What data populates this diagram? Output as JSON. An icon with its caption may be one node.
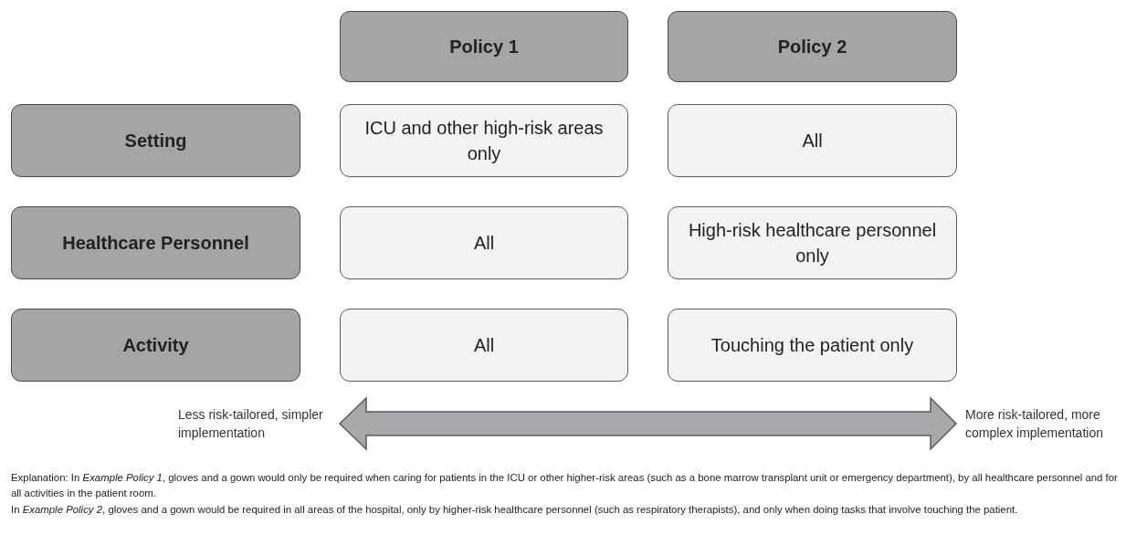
{
  "diagram": {
    "nodes": [
      {
        "text": [
          "Policy 1"
        ]
      },
      {
        "text": [
          "Policy 2"
        ]
      },
      {
        "text": [
          "Setting"
        ]
      },
      {
        "text": [
          "ICU and other high-risk areas  only"
        ]
      },
      {
        "text": [
          "All"
        ]
      },
      {
        "text": [
          "Healthcare Personnel"
        ]
      },
      {
        "text": [
          "All"
        ]
      },
      {
        "text": [
          "High-risk healthcare personnel only"
        ]
      },
      {
        "text": [
          "Activity"
        ]
      },
      {
        "text": [
          "All"
        ]
      },
      {
        "text": [
          "Touching the patient only"
        ]
      }
    ],
    "edges": [],
    "labels": [
      "Less risk-tailored, simpler implementation",
      "More risk-tailored, more complex implementation",
      "Explanation: In *Example Policy 1*, gloves and a gown would only be required when caring for patients in the ICU or other higher-risk areas (such as a bone marrow transplant unit or emergency department), by all healthcare personnel and for all activities in the patient room.",
      "In *Example Policy 2*, gloves and a gown would be required in all areas of the hospital, only by higher-risk healthcare personnel (such as respiratory therapists), and only when doing tasks that involve touching the patient."
    ]
  }
}
